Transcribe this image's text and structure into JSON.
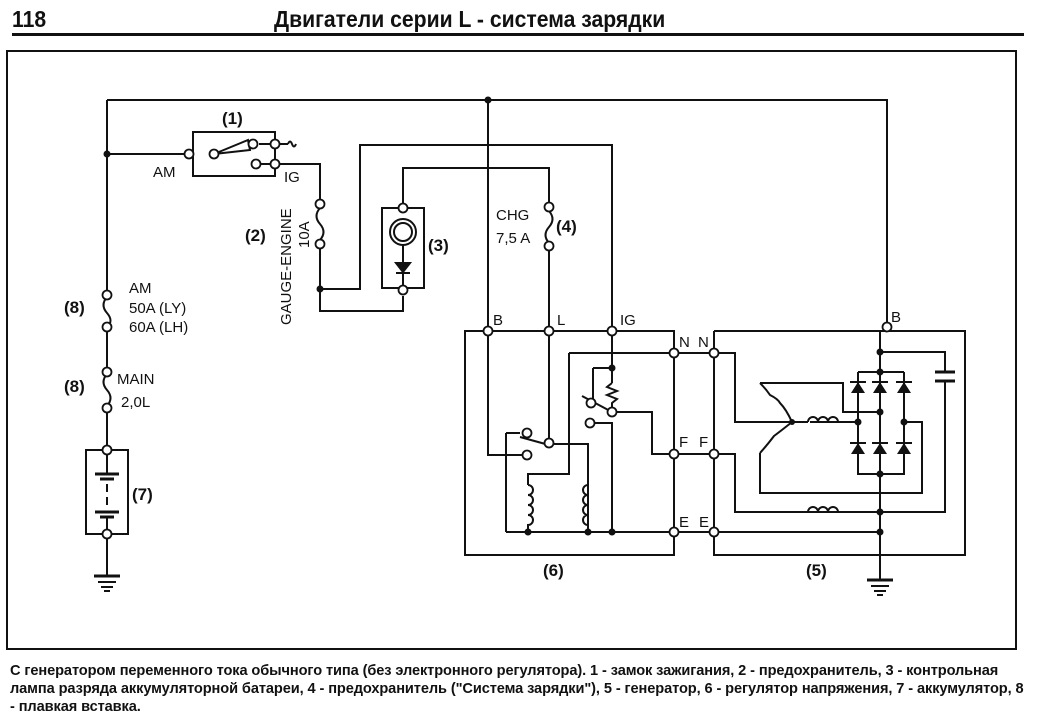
{
  "header": {
    "page_number": "118",
    "title": "Двигатели серии L - система зарядки"
  },
  "diagram": {
    "components": {
      "ignition_switch": {
        "number": "(1)",
        "terminal_am": "AM",
        "terminal_ig": "IG"
      },
      "gauge_fuse": {
        "number": "(2)",
        "name": "GAUGE-ENGINE",
        "rating": "10A"
      },
      "charge_lamp": {
        "number": "(3)"
      },
      "chg_fuse": {
        "number": "(4)",
        "name": "CHG",
        "rating": "7,5 A"
      },
      "alternator": {
        "number": "(5)",
        "terminal_b": "B",
        "terminal_n": "N",
        "terminal_f": "F",
        "terminal_e": "E"
      },
      "regulator": {
        "number": "(6)",
        "terminal_b": "B",
        "terminal_l": "L",
        "terminal_ig": "IG",
        "terminal_n": "N",
        "terminal_f": "F",
        "terminal_e": "E"
      },
      "battery": {
        "number": "(7)"
      },
      "fusible_link_am": {
        "number": "(8)",
        "name": "AM",
        "rating_ly": "50A (LY)",
        "rating_lh": "60A (LH)"
      },
      "fusible_link_main": {
        "number": "(8)",
        "name": "MAIN",
        "rating": "2,0L"
      }
    }
  },
  "caption": {
    "text": "С генератором переменного тока обычного типа (без электронного регулятора). 1 - замок зажигания, 2 - предохранитель, 3 - контрольная лампа разряда аккумуляторной батареи, 4 - предохранитель (\"Система зарядки\"), 5 - генератор, 6 - регулятор напряжения, 7 - аккумулятор, 8 - плавкая вставка."
  }
}
